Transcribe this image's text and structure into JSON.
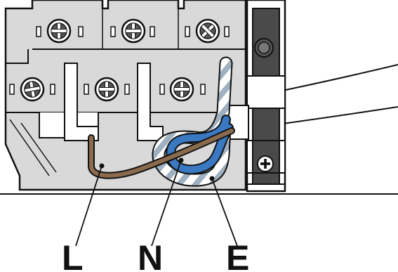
{
  "labels": {
    "live": "L",
    "neutral": "N",
    "earth": "E"
  },
  "colors": {
    "block_fill": "#d9d9d9",
    "block_stroke": "#111111",
    "clamp_fill": "#4a4a4a",
    "live_wire": "#8b6b4e",
    "neutral_wire": "#3a78c2",
    "earth_wire_base": "#ffffff",
    "earth_wire_stripe": "#9fb0c0",
    "screw_fill": "#555555"
  },
  "icons": [
    "phillips-screw-icon",
    "cross-screw-icon",
    "round-screw-icon"
  ]
}
